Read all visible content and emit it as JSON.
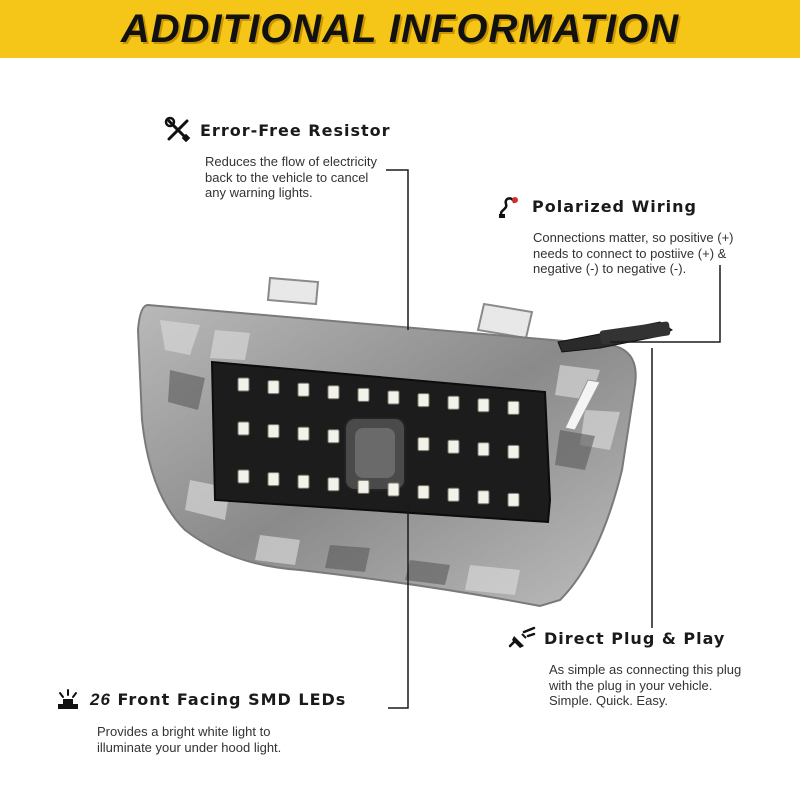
{
  "banner": {
    "title": "ADDITIONAL INFORMATION"
  },
  "features": {
    "resistor": {
      "icon": "wrench-screwdriver-icon",
      "title": "Error-Free Resistor",
      "desc": "Reduces the flow of electricity\nback to the vehicle to cancel\nany warning lights."
    },
    "wiring": {
      "icon": "wire-icon",
      "title": "Polarized Wiring",
      "desc": "Connections matter, so positive (+)\nneeds to connect to postiive (+) &\nnegative (-) to negative (-)."
    },
    "plug": {
      "icon": "plug-icon",
      "title": "Direct Plug & Play",
      "desc": "As simple as connecting this plug\nwith the plug in your vehicle.\nSimple. Quick. Easy."
    },
    "leds": {
      "icon": "light-icon",
      "count": "26",
      "title": "Front Facing SMD LEDs",
      "desc": "Provides a bright white light to\nilluminate your under hood light."
    }
  },
  "colors": {
    "banner": "#f5c518",
    "text": "#1a1a1a",
    "led": "#f2f2ea"
  }
}
